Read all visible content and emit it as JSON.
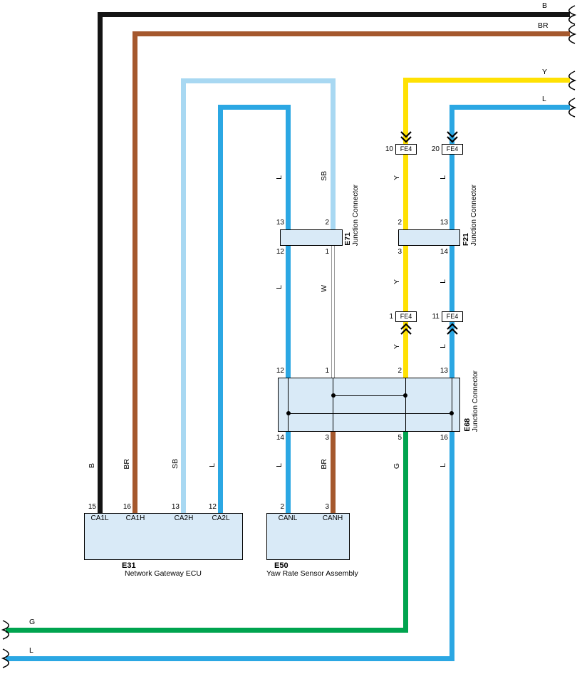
{
  "colors": {
    "black": "#141414",
    "brown": "#A5582D",
    "yellow": "#FFE103",
    "blue": "#2BA7E3",
    "sky_blue": "#A8D8F2",
    "green": "#00A44F",
    "white_wire": "#FFFFFF",
    "connector_fill": "#D9EAF7"
  },
  "edge_labels": {
    "b": "B",
    "br": "BR",
    "y": "Y",
    "l": "L",
    "g": "G",
    "l2": "L"
  },
  "wire_labels": {
    "seg1_l": "L",
    "seg1_sb": "SB",
    "seg1_y": "Y",
    "seg1_l2": "L",
    "seg2_l": "L",
    "seg2_w": "W",
    "seg2_y": "Y",
    "seg2_l2": "L",
    "seg3_y": "Y",
    "seg3_l": "L",
    "seg4_b": "B",
    "seg4_br": "BR",
    "seg4_sb": "SB",
    "seg4_l": "L",
    "seg4_l2": "L",
    "seg4_br2": "BR",
    "seg4_g": "G",
    "seg4_l3": "L"
  },
  "e31": {
    "code": "E31",
    "name": "Network Gateway ECU",
    "pins": [
      "15",
      "16",
      "13",
      "12"
    ],
    "terminals": [
      "CA1L",
      "CA1H",
      "CA2H",
      "CA2L"
    ]
  },
  "e50": {
    "code": "E50",
    "name": "Yaw Rate Sensor Assembly",
    "pins": [
      "2",
      "3"
    ],
    "terminals": [
      "CANL",
      "CANH"
    ]
  },
  "e71": {
    "code": "E71",
    "name": "Junction Connector",
    "pins_top": [
      "13",
      "2"
    ],
    "pins_bottom": [
      "12",
      "1"
    ]
  },
  "f21": {
    "code": "F21",
    "name": "Junction Connector",
    "pins_top": [
      "2",
      "13"
    ],
    "pins_bottom": [
      "3",
      "14"
    ]
  },
  "e68": {
    "code": "E68",
    "name": "Junction Connector",
    "pins_top": [
      "12",
      "1",
      "2",
      "13"
    ],
    "pins_bottom": [
      "14",
      "3",
      "5",
      "16"
    ]
  },
  "fe4": {
    "top_left": {
      "pin": "10",
      "code": "FE4"
    },
    "top_right": {
      "pin": "20",
      "code": "FE4"
    },
    "bottom_left": {
      "pin": "1",
      "code": "FE4"
    },
    "bottom_right": {
      "pin": "11",
      "code": "FE4"
    }
  }
}
